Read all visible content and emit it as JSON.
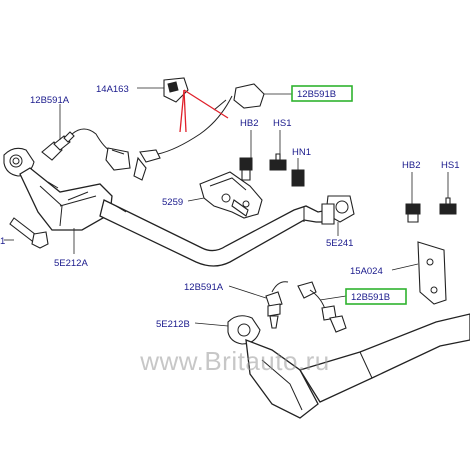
{
  "labels": {
    "l_14A163": "14A163",
    "l_12B591B_top": "12B591B",
    "l_12B591A_top": "12B591A",
    "l_HB2_a": "HB2",
    "l_HS1_a": "HS1",
    "l_HN1": "HN1",
    "l_HB2_b": "HB2",
    "l_HS1_b": "HS1",
    "l_5259": "5259",
    "l_5E241": "5E241",
    "l_1": "1",
    "l_5E212A": "5E212A",
    "l_15A024": "15A024",
    "l_12B591A_bot": "12B591A",
    "l_12B591B_bot": "12B591B",
    "l_5E212B": "5E212B"
  },
  "watermark": "www.Britauto.ru",
  "colors": {
    "label_text": "#1a1a8c",
    "highlight_box": "#2fb32f",
    "leader_highlight": "#e0202a",
    "watermark": "#9a9a9a"
  }
}
